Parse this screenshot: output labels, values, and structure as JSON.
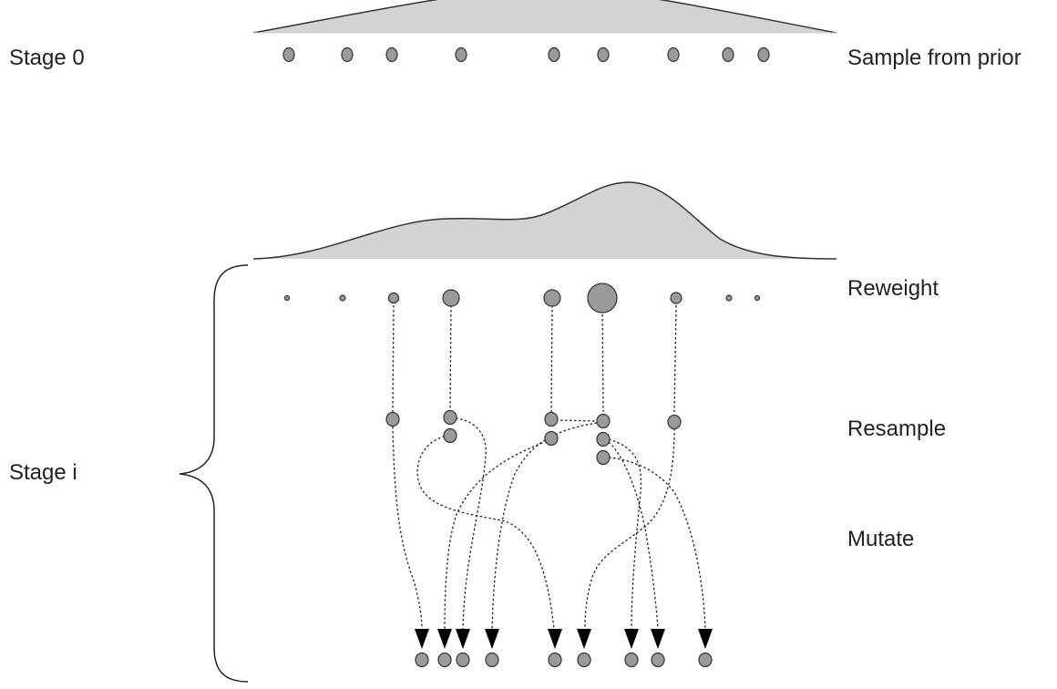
{
  "labels": {
    "stage0": "Stage 0",
    "stage_i": "Stage i",
    "sample_from_prior": "Sample from prior",
    "reweight": "Reweight",
    "resample": "Resample",
    "mutate": "Mutate"
  },
  "colors": {
    "density_fill": "#d3d3d3",
    "particle_fill": "#9a9a9a",
    "outline": "#333333"
  }
}
